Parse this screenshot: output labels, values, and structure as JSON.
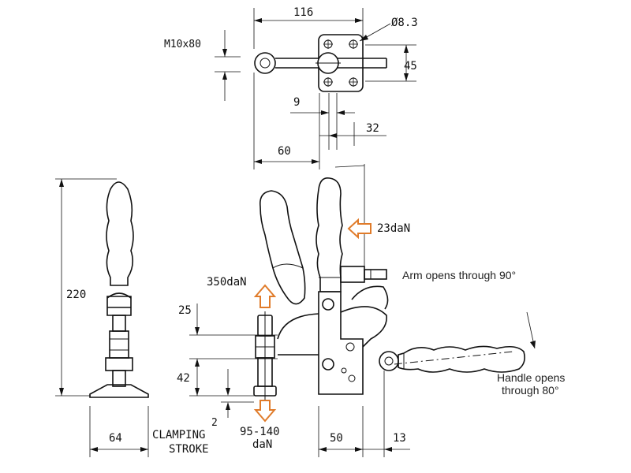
{
  "dimensions": {
    "top_width": "116",
    "hole_dia": "Ø8.3",
    "screw": "M10x80",
    "top_height": "45",
    "gap_9": "9",
    "gap_32": "32",
    "offset_60": "60",
    "height_220": "220",
    "base_64": "64",
    "d25": "25",
    "d42": "42",
    "stroke_2": "2",
    "base_50": "50",
    "d13": "13"
  },
  "labels": {
    "force_holding": "350daN",
    "force_handle": "23daN",
    "clamping_line1": "CLAMPING",
    "clamping_line2": "STROKE",
    "force_range_line1": "95-140",
    "force_range_line2": "daN",
    "arm_opens": "Arm opens through 90°",
    "handle_opens_line1": "Handle opens",
    "handle_opens_line2": "through 80°"
  },
  "colors": {
    "line": "#111111",
    "arrow_outline": "#e07b2a",
    "background": "#ffffff"
  }
}
